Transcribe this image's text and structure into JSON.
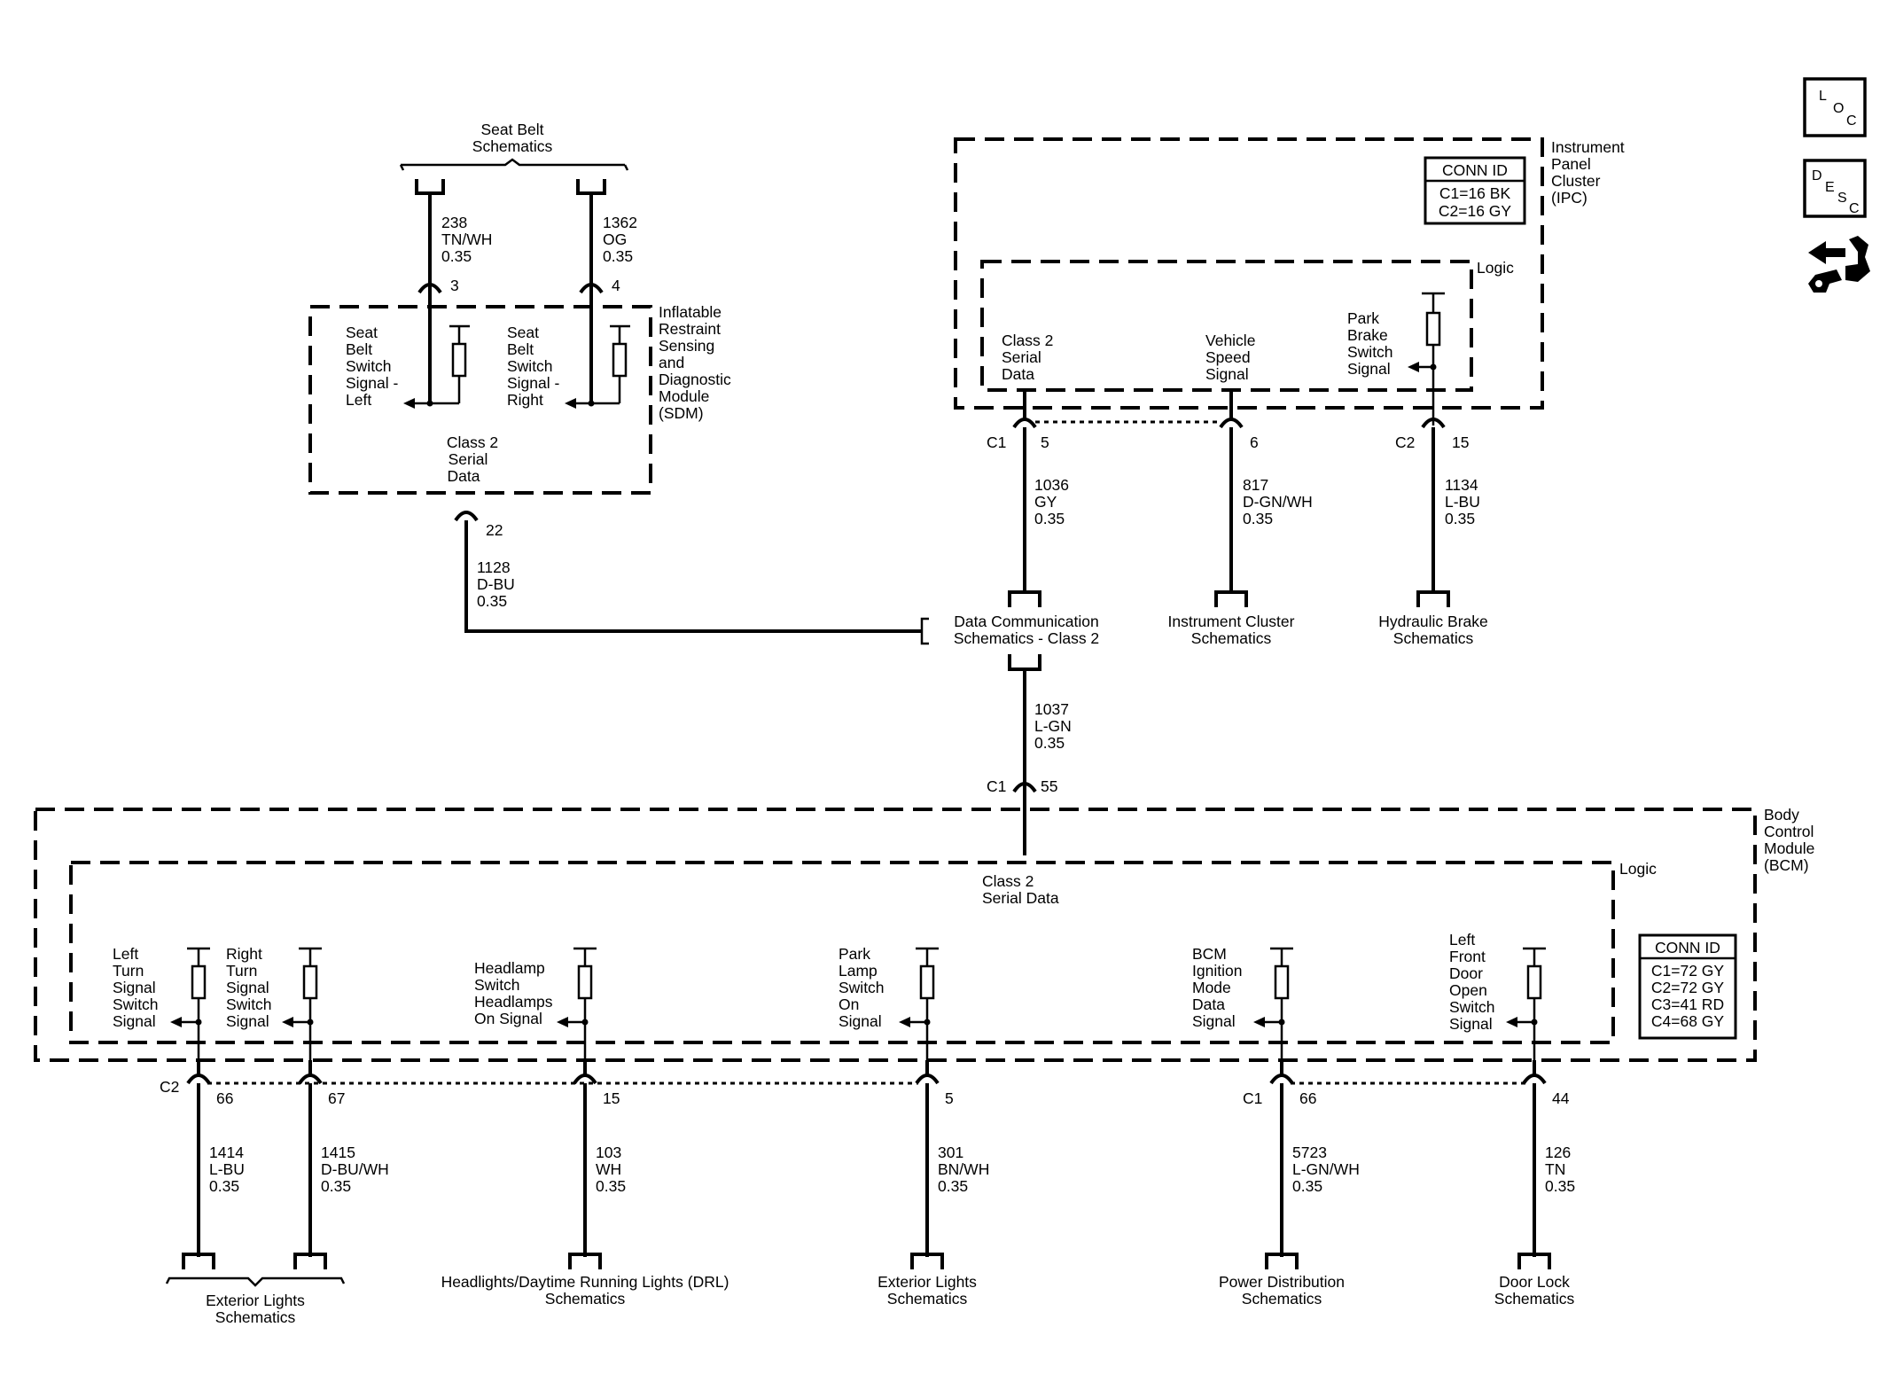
{
  "top": {
    "seat_belt_ref": [
      "Seat Belt",
      "Schematics"
    ],
    "sdm_title": [
      "Inflatable",
      "Restraint",
      "Sensing",
      "and",
      "Diagnostic",
      "Module",
      "(SDM)"
    ],
    "sdm_left_signal": [
      "Seat",
      "Belt",
      "Switch",
      "Signal -",
      "Left"
    ],
    "sdm_right_signal": [
      "Seat",
      "Belt",
      "Switch",
      "Signal -",
      "Right"
    ],
    "sdm_serial": [
      "Class 2",
      "Serial",
      "Data"
    ],
    "wire_238": [
      "238",
      "TN/WH",
      "0.35"
    ],
    "wire_1362": [
      "1362",
      "OG",
      "0.35"
    ],
    "pin_3": "3",
    "pin_4": "4",
    "pin_22": "22",
    "wire_1128": [
      "1128",
      "D-BU",
      "0.35"
    ],
    "ipc_title": [
      "Instrument",
      "Panel",
      "Cluster",
      "(IPC)"
    ],
    "ipc_conn_header": "CONN ID",
    "ipc_conn_rows": [
      "C1=16 BK",
      "C2=16 GY"
    ],
    "ipc_logic": "Logic",
    "ipc_serial": [
      "Class 2",
      "Serial",
      "Data"
    ],
    "ipc_speed": [
      "Vehicle",
      "Speed",
      "Signal"
    ],
    "ipc_park": [
      "Park",
      "Brake",
      "Switch",
      "Signal"
    ],
    "c1": "C1",
    "c2": "C2",
    "pin_5": "5",
    "pin_6": "6",
    "pin_15": "15",
    "wire_1036": [
      "1036",
      "GY",
      "0.35"
    ],
    "wire_817": [
      "817",
      "D-GN/WH",
      "0.35"
    ],
    "wire_1134": [
      "1134",
      "L-BU",
      "0.35"
    ],
    "dcs_ref": [
      "Data Communication",
      "Schematics - Class 2"
    ],
    "cluster_ref": [
      "Instrument Cluster",
      "Schematics"
    ],
    "brake_ref": [
      "Hydraulic Brake",
      "Schematics"
    ],
    "wire_1037": [
      "1037",
      "L-GN",
      "0.35"
    ],
    "pin_55": "55"
  },
  "bcm": {
    "title": [
      "Body",
      "Control",
      "Module",
      "(BCM)"
    ],
    "logic": "Logic",
    "serial": [
      "Class 2",
      "Serial Data"
    ],
    "conn_header": "CONN ID",
    "conn_rows": [
      "C1=72 GY",
      "C2=72 GY",
      "C3=41 RD",
      "C4=68 GY"
    ],
    "signals": [
      [
        "Left",
        "Turn",
        "Signal",
        "Switch",
        "Signal"
      ],
      [
        "Right",
        "Turn",
        "Signal",
        "Switch",
        "Signal"
      ],
      [
        "Headlamp",
        "Switch",
        "Headlamps",
        "On Signal"
      ],
      [
        "Park",
        "Lamp",
        "Switch",
        "On",
        "Signal"
      ],
      [
        "BCM",
        "Ignition",
        "Mode",
        "Data",
        "Signal"
      ],
      [
        "Left",
        "Front",
        "Door",
        "Open",
        "Switch",
        "Signal"
      ]
    ],
    "pins": [
      "66",
      "67",
      "15",
      "5",
      "66",
      "44"
    ],
    "conn_c2": "C2",
    "conn_c1": "C1",
    "wires": [
      [
        "1414",
        "L-BU",
        "0.35"
      ],
      [
        "1415",
        "D-BU/WH",
        "0.35"
      ],
      [
        "103",
        "WH",
        "0.35"
      ],
      [
        "301",
        "BN/WH",
        "0.35"
      ],
      [
        "5723",
        "L-GN/WH",
        "0.35"
      ],
      [
        "126",
        "TN",
        "0.35"
      ]
    ],
    "refs": [
      [
        "Exterior Lights",
        "Schematics"
      ],
      [
        "Headlights/Daytime Running Lights (DRL)",
        "Schematics"
      ],
      [
        "Exterior Lights",
        "Schematics"
      ],
      [
        "Power Distribution",
        "Schematics"
      ],
      [
        "Door Lock",
        "Schematics"
      ]
    ]
  },
  "nav": {
    "loc": [
      "L",
      "O",
      "C"
    ],
    "desc": [
      "D",
      "E",
      "S",
      "C"
    ]
  }
}
